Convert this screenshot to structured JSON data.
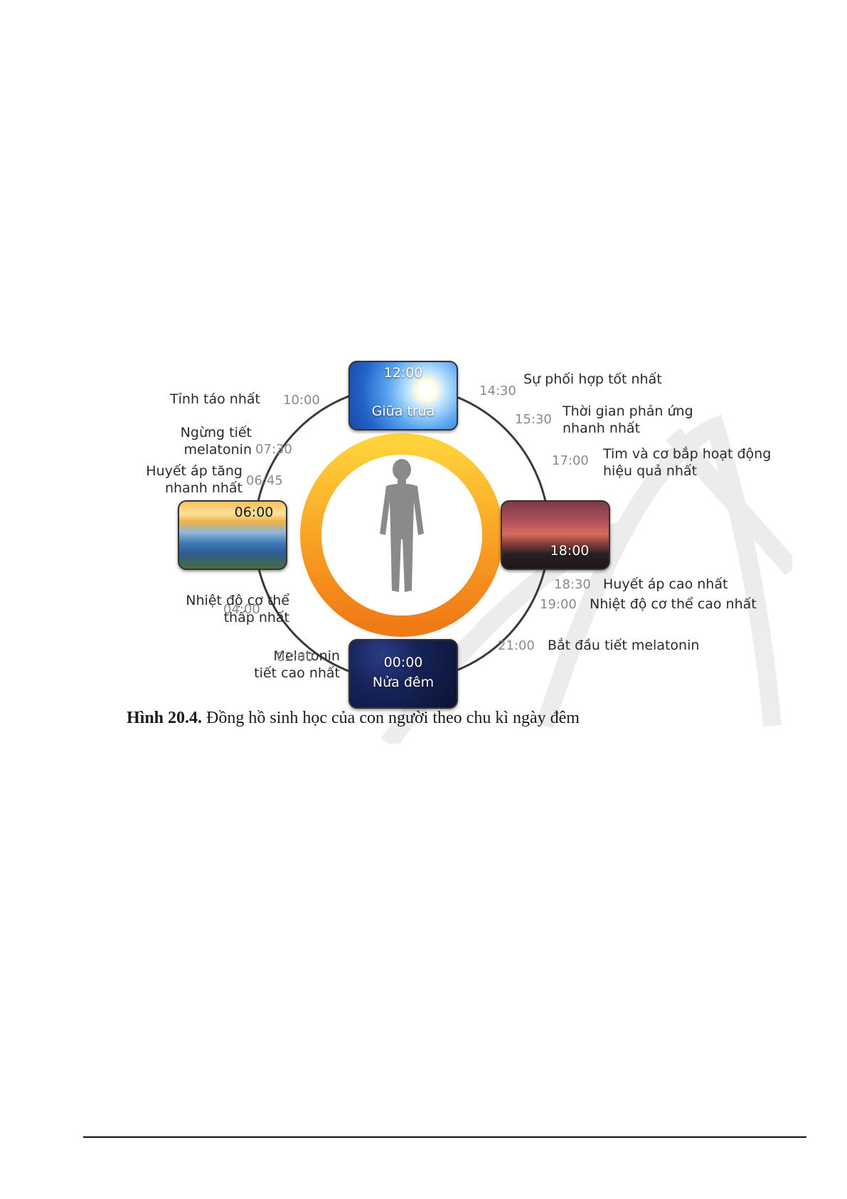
{
  "figure": {
    "tiles": {
      "noon": {
        "time": "12:00",
        "name": "Giữa trưa"
      },
      "dawn": {
        "time": "06:00"
      },
      "dusk": {
        "time": "18:00"
      },
      "midnight": {
        "time": "00:00",
        "name": "Nửa đêm"
      }
    },
    "events_left": [
      {
        "time": "10:00",
        "label": "Tỉnh táo nhất"
      },
      {
        "time": "07:30",
        "label_lines": [
          "Ngừng tiết",
          "melatonin"
        ]
      },
      {
        "time": "06:45",
        "label_lines": [
          "Huyết áp tăng",
          "nhanh nhất"
        ]
      },
      {
        "time": "04:00",
        "label_lines": [
          "Nhiệt độ cơ thể",
          "thấp nhất"
        ]
      },
      {
        "time": "02:00",
        "label_lines": [
          "Melatonin",
          "tiết cao nhất"
        ]
      }
    ],
    "events_right": [
      {
        "time": "14:30",
        "label": "Sự phối hợp tốt nhất"
      },
      {
        "time": "15:30",
        "label_lines": [
          "Thời gian phản ứng",
          "nhanh nhất"
        ]
      },
      {
        "time": "17:00",
        "label_lines": [
          "Tim và cơ bắp hoạt động",
          "hiệu quả nhất"
        ]
      },
      {
        "time": "18:30",
        "label": "Huyết áp cao nhất"
      },
      {
        "time": "19:00",
        "label": "Nhiệt độ cơ thể cao nhất"
      },
      {
        "time": "21:00",
        "label": "Bắt đầu tiết melatonin"
      }
    ],
    "caption": {
      "number": "Hình 20.4.",
      "text": " Đồng hồ sinh học của con người theo chu kì ngày đêm"
    }
  }
}
